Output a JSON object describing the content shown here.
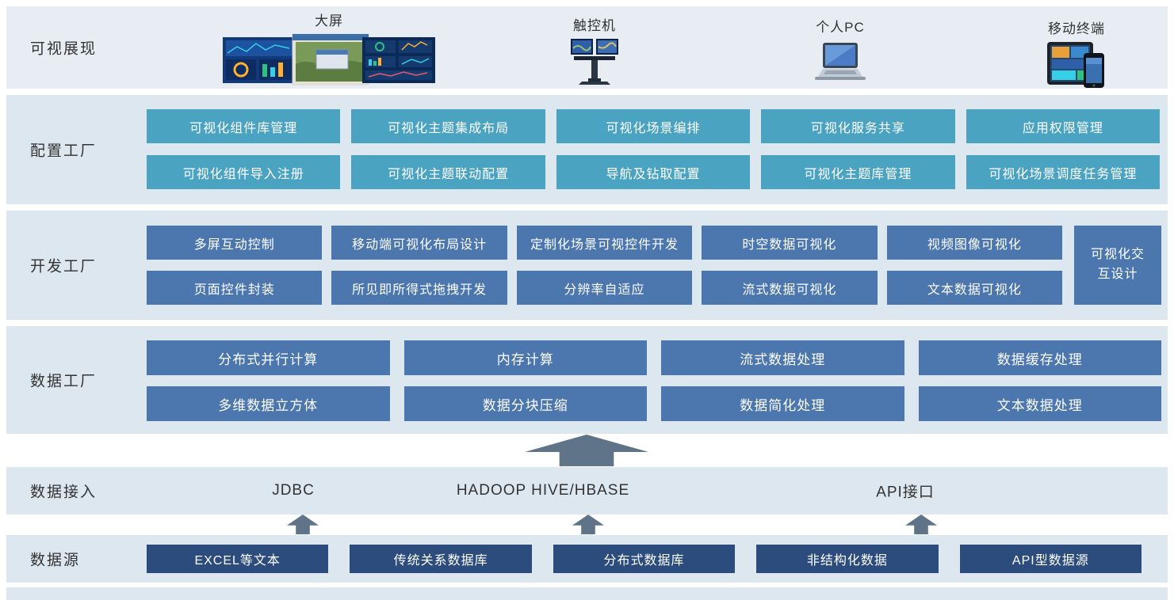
{
  "display": {
    "label": "可视展现",
    "devices": [
      {
        "name": "大屏"
      },
      {
        "name": "触控机"
      },
      {
        "name": "个人PC"
      },
      {
        "name": "移动终端"
      }
    ]
  },
  "config_factory": {
    "label": "配置工厂",
    "row1": [
      "可视化组件库管理",
      "可视化主题集成布局",
      "可视化场景编排",
      "可视化服务共享",
      "应用权限管理"
    ],
    "row2": [
      "可视化组件导入注册",
      "可视化主题联动配置",
      "导航及钻取配置",
      "可视化主题库管理",
      "可视化场景调度任务管理"
    ]
  },
  "dev_factory": {
    "label": "开发工厂",
    "row1": [
      "多屏互动控制",
      "移动端可视化布局设计",
      "定制化场景可视控件开发",
      "时空数据可视化",
      "视频图像可视化"
    ],
    "row2": [
      "页面控件封装",
      "所见即所得式拖拽开发",
      "分辨率自适应",
      "流式数据可视化",
      "文本数据可视化"
    ],
    "tall": "可视化交互设计"
  },
  "data_factory": {
    "label": "数据工厂",
    "row1": [
      "分布式并行计算",
      "内存计算",
      "流式数据处理",
      "数据缓存处理"
    ],
    "row2": [
      "多维数据立方体",
      "数据分块压缩",
      "数据简化处理",
      "文本数据处理"
    ]
  },
  "data_access": {
    "label": "数据接入",
    "items": [
      "JDBC",
      "HADOOP HIVE/HBASE",
      "API接口"
    ]
  },
  "data_source": {
    "label": "数据源",
    "items": [
      "EXCEL等文本",
      "传统关系数据库",
      "分布式数据库",
      "非结构化数据",
      "API型数据源"
    ]
  },
  "colors": {
    "band_bg": "#dde7ef",
    "top_band_bg": "#e7edf2",
    "teal_module": "#4ba3c2",
    "blue_module": "#4b76ae",
    "navy_module": "#2b4c7c",
    "arrow": "#5f7488",
    "label_text": "#333333",
    "module_text": "#ffffff"
  }
}
